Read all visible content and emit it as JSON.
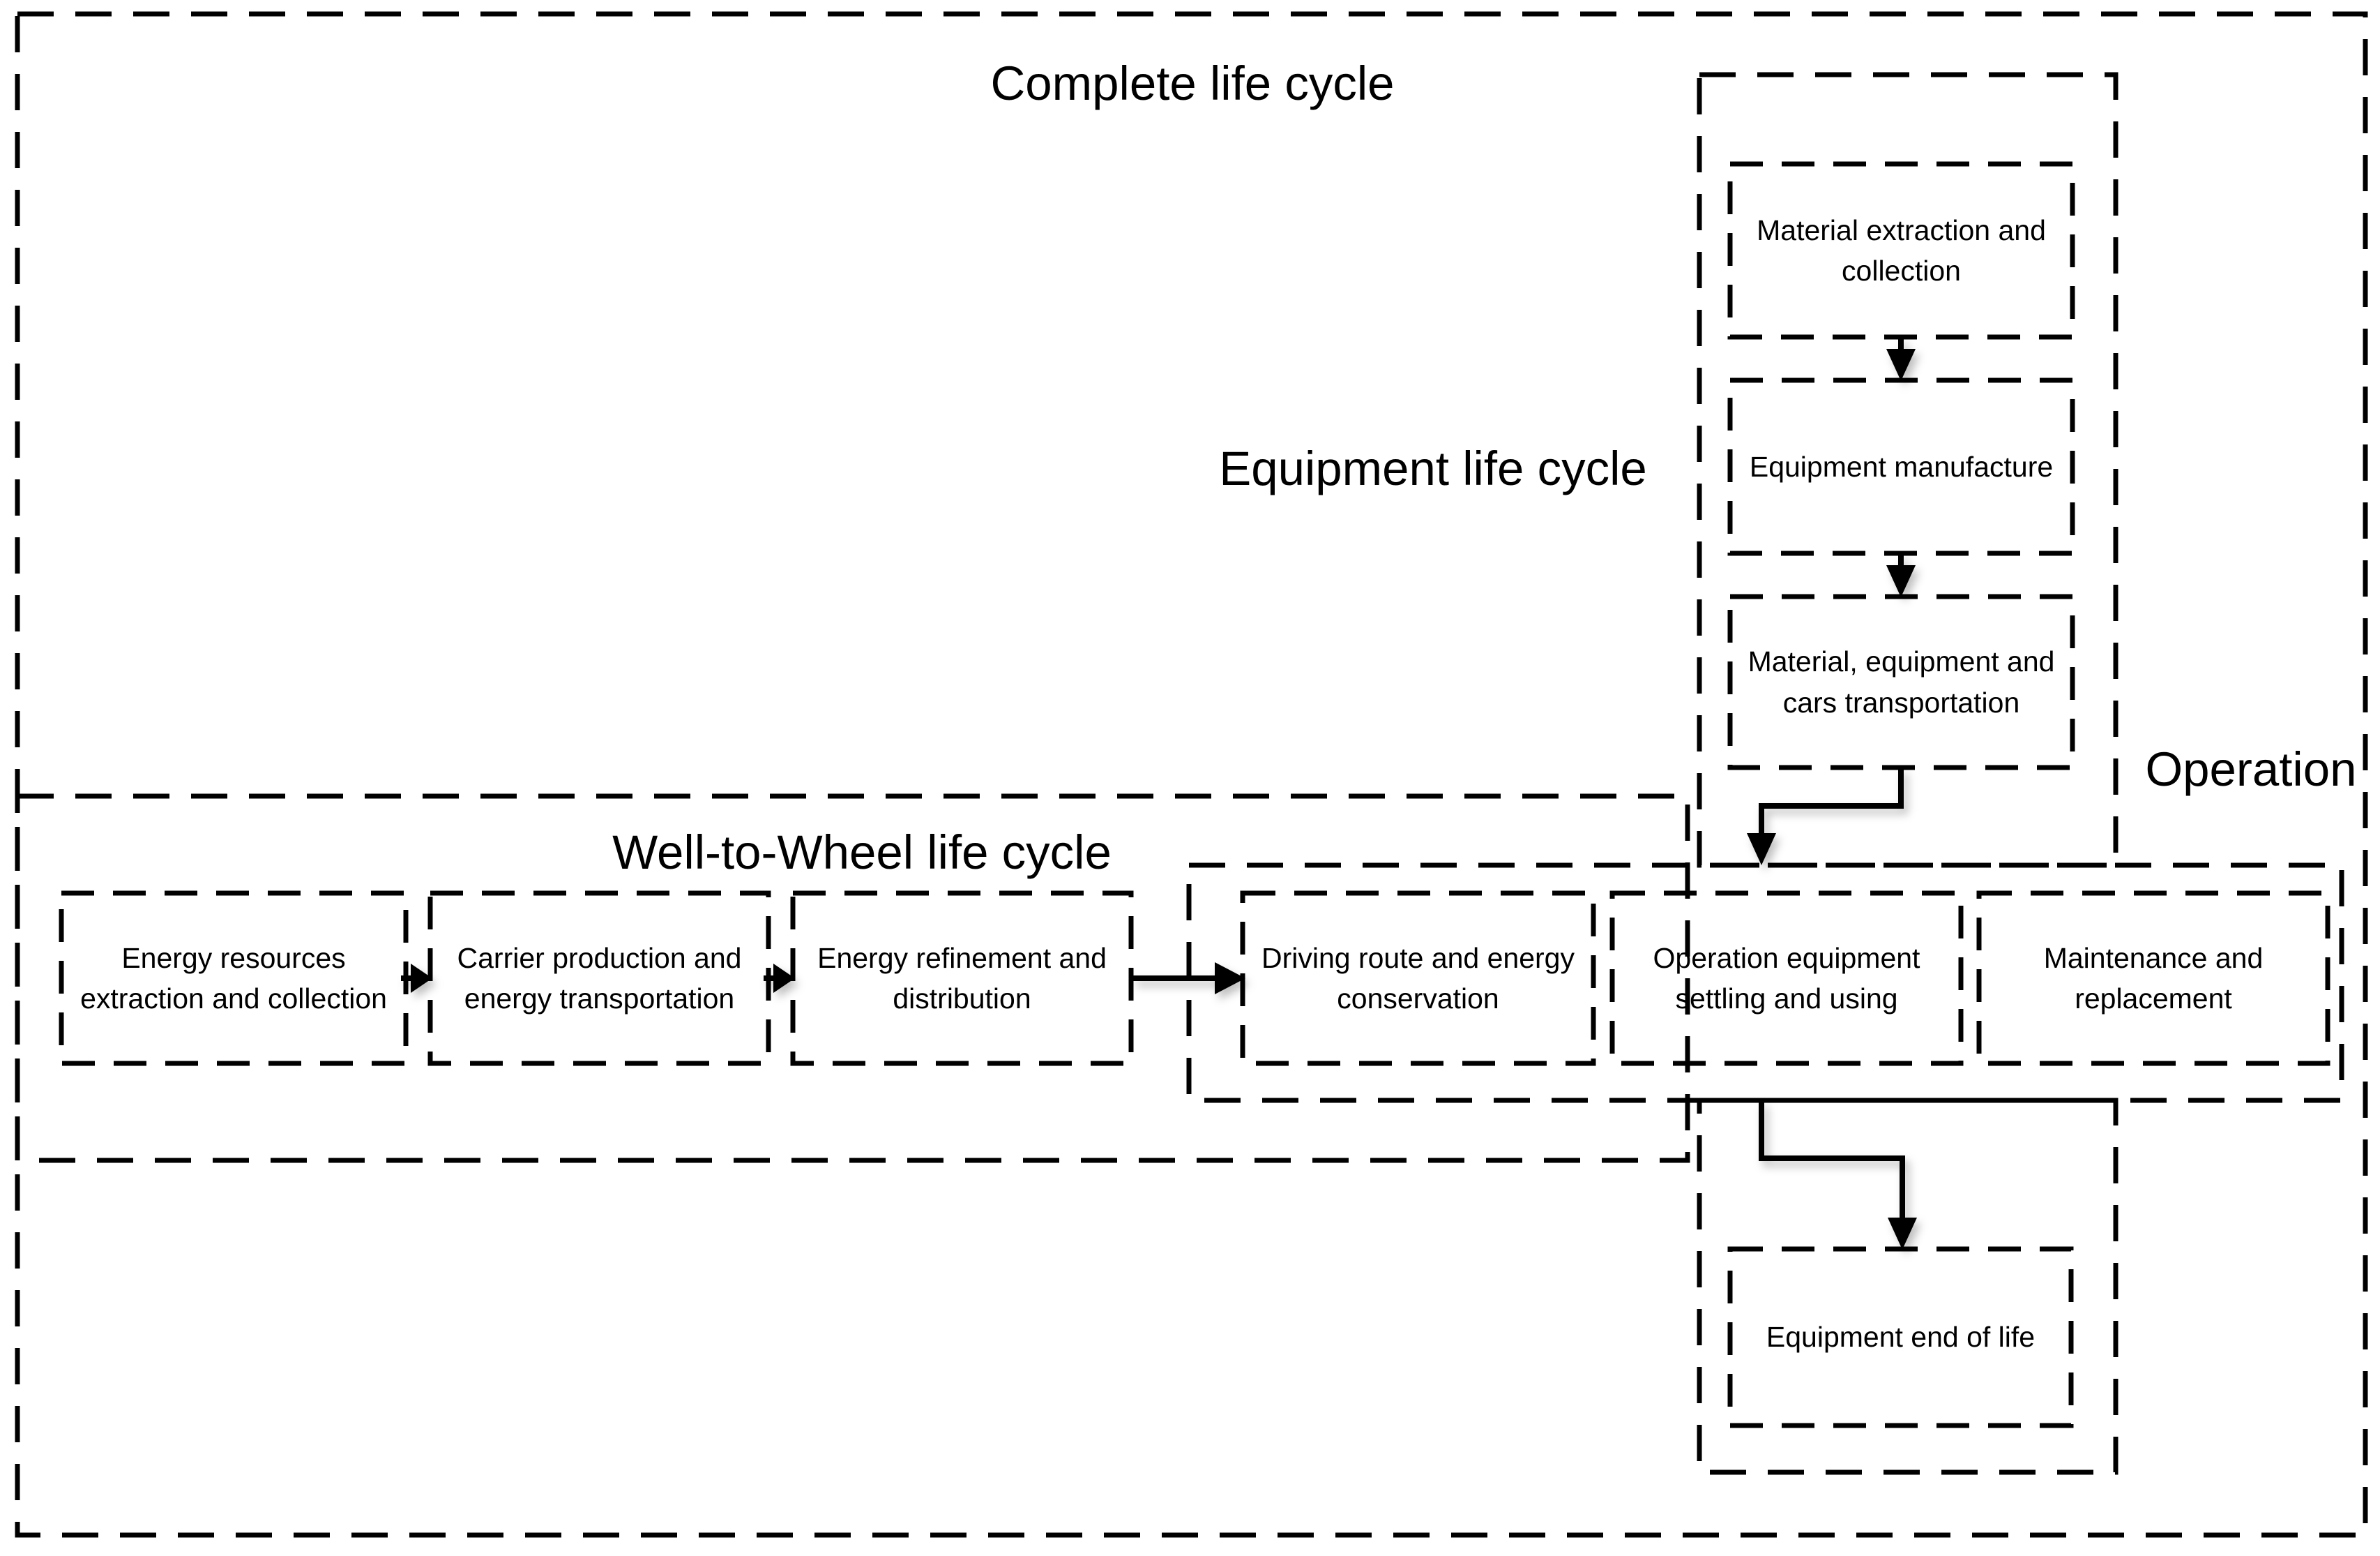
{
  "diagram": {
    "title": "Complete life cycle",
    "labels": {
      "equipment_life_cycle": "Equipment life cycle",
      "well_to_wheel": "Well-to-Wheel life cycle",
      "operation": "Operation"
    },
    "nodes": {
      "material_extraction": "Material extraction and collection",
      "equipment_manufacture": "Equipment manufacture",
      "material_transport": "Material, equipment and cars transportation",
      "energy_resources": "Energy resources extraction and collection",
      "carrier_production": "Carrier production and energy transportation",
      "energy_refinement": "Energy refinement and distribution",
      "driving_route": "Driving route and energy conservation",
      "operation_equipment": "Operation equipment settling and using",
      "maintenance": "Maintenance and replacement",
      "equipment_end": "Equipment end of life"
    },
    "flows": [
      "material_extraction -> equipment_manufacture",
      "equipment_manufacture -> material_transport",
      "material_transport -> operation_section",
      "energy_resources -> carrier_production",
      "carrier_production -> energy_refinement",
      "energy_refinement -> driving_route",
      "operation_section -> equipment_end"
    ],
    "colors": {
      "line": "#000000",
      "text": "#000000",
      "background": "#ffffff"
    }
  }
}
